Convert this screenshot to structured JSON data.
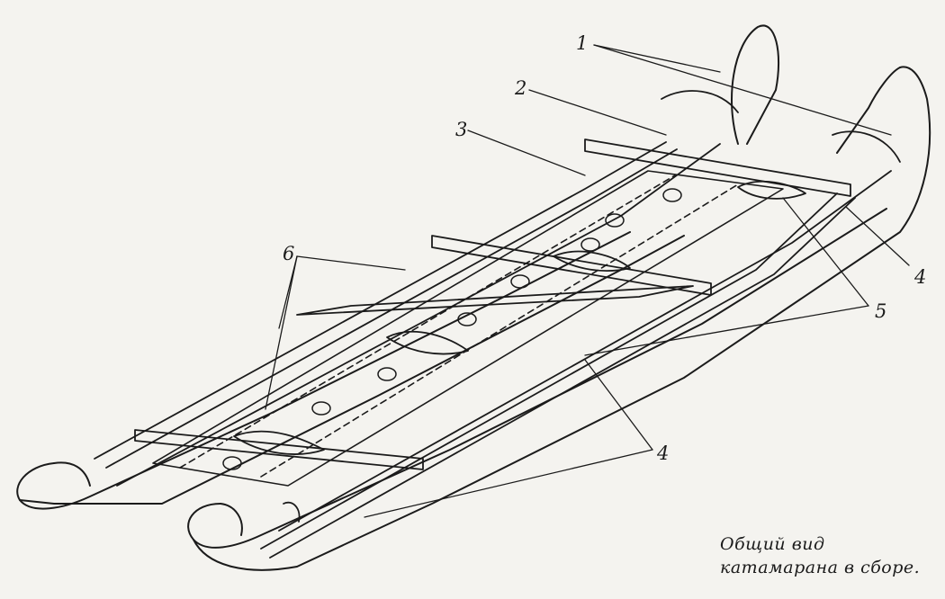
{
  "callouts": [
    {
      "id": "1",
      "text": "1"
    },
    {
      "id": "2",
      "text": "2"
    },
    {
      "id": "3",
      "text": "3"
    },
    {
      "id": "4a",
      "text": "4"
    },
    {
      "id": "4b",
      "text": "4"
    },
    {
      "id": "5",
      "text": "5"
    },
    {
      "id": "6",
      "text": "6"
    }
  ],
  "caption": {
    "line1": "Общий вид",
    "line2": "катамарана в сборе."
  },
  "colors": {
    "ink": "#1b1b1b",
    "paper": "#f4f3ef"
  }
}
